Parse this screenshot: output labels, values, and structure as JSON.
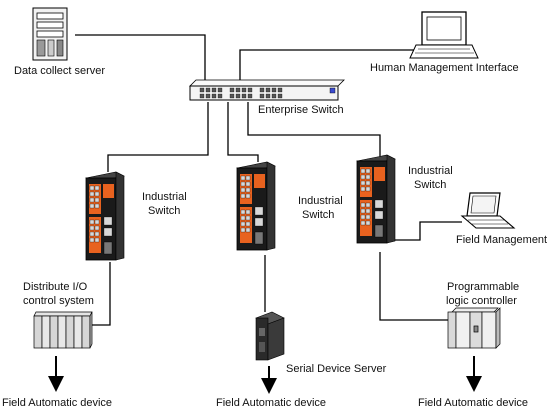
{
  "labels": {
    "data_collect_server": "Data collect server",
    "human_management_interface": "Human Management Interface",
    "enterprise_switch": "Enterprise Switch",
    "industrial_switch_line1": "Industrial",
    "industrial_switch_line2": "Switch",
    "distribute_io_line1": "Distribute I/O",
    "distribute_io_line2": "control system",
    "field_management": "Field Management",
    "programmable_line1": "Programmable",
    "programmable_line2": "logic controller",
    "serial_device_server": "Serial Device Server",
    "field_automatic_device": "Field Automatic device"
  },
  "colors": {
    "switch_orange": "#e8621f",
    "switch_black": "#1a1a1a",
    "line": "#000000"
  }
}
